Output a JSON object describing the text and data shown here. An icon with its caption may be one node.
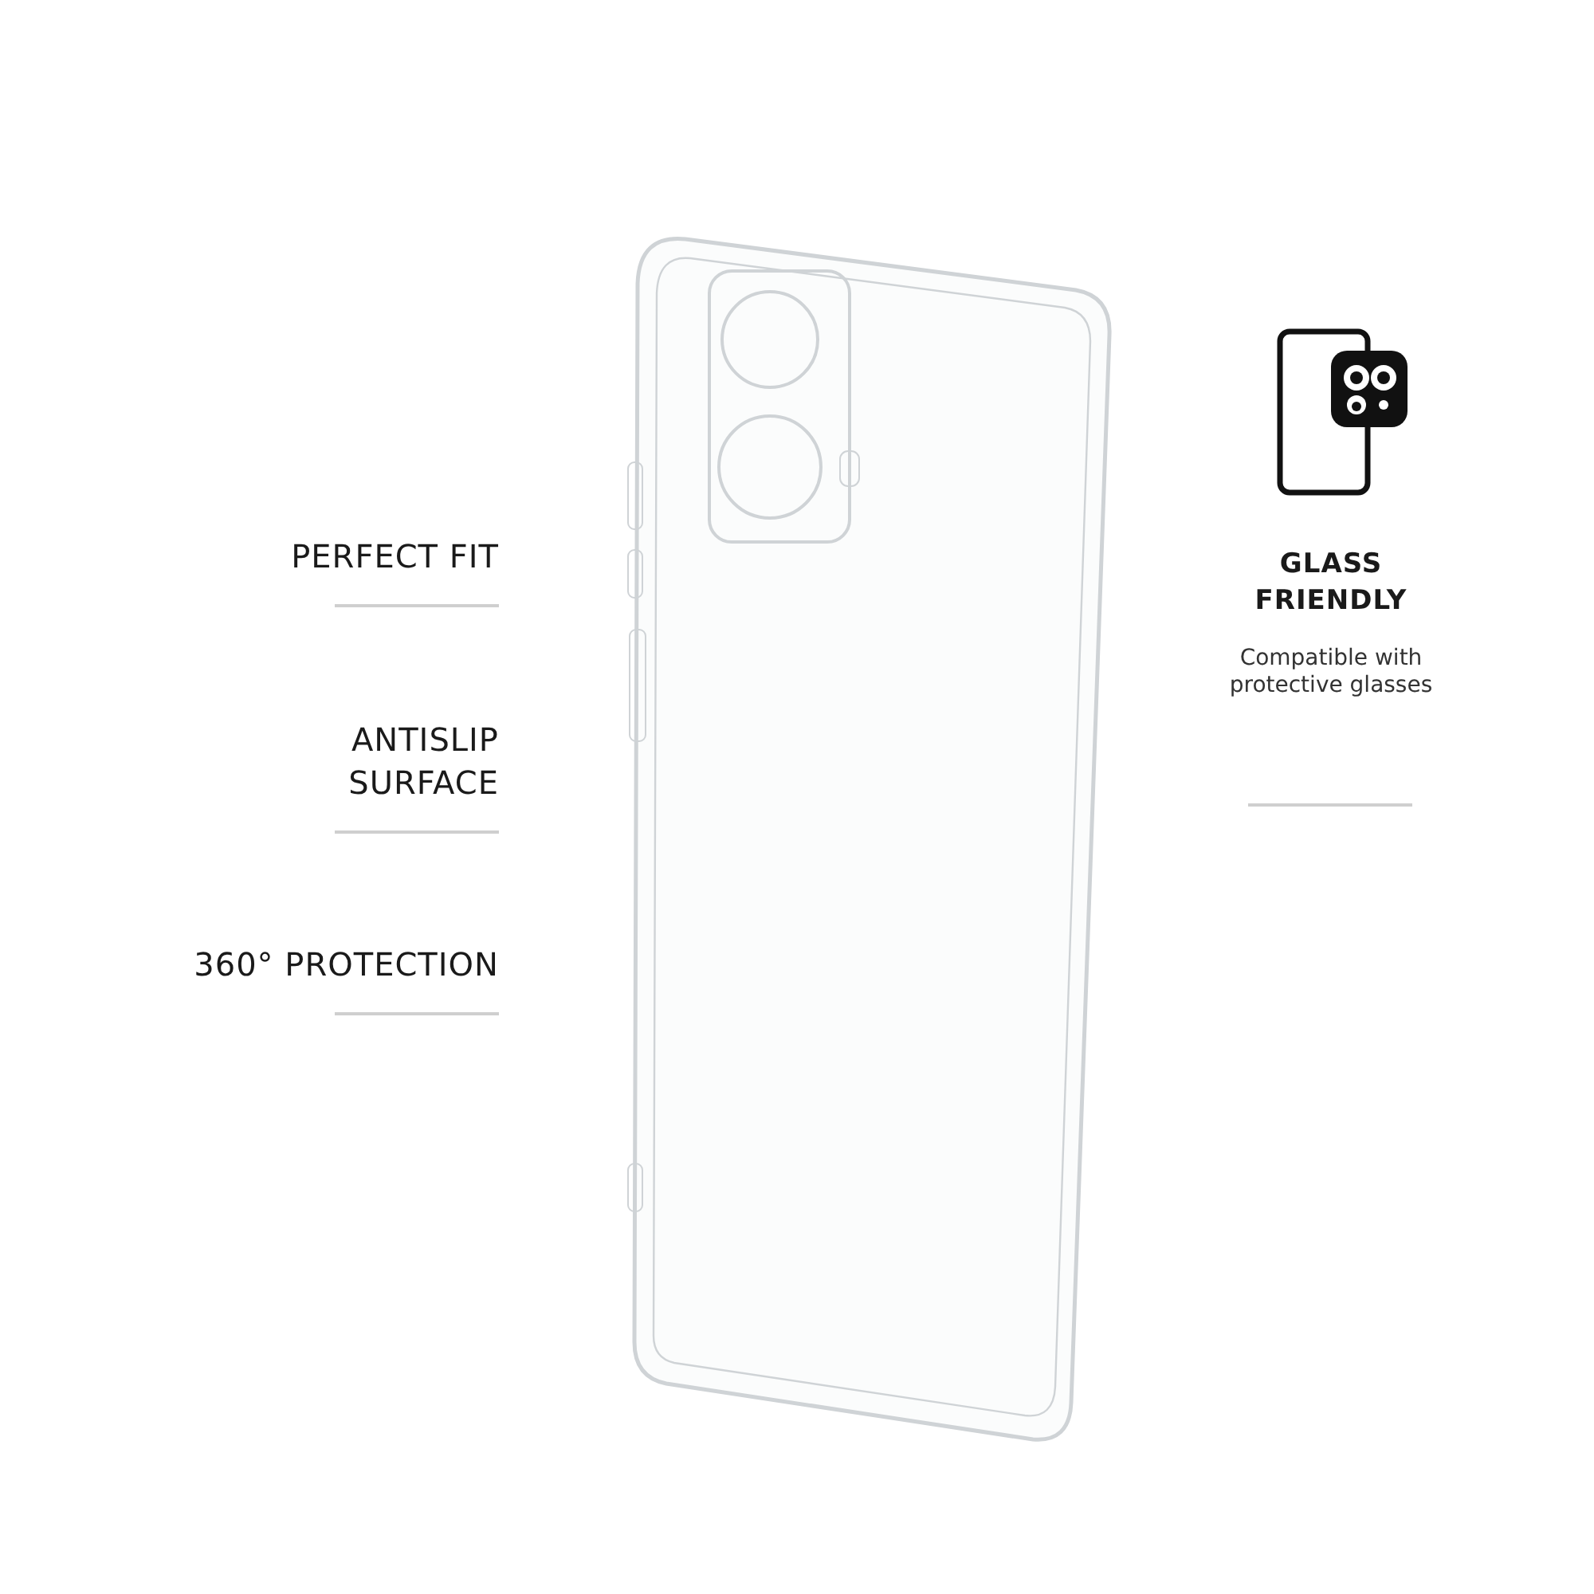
{
  "diagram": {
    "labels": [
      "PERFECT FIT",
      "ANTISLIP SURFACE",
      "360° PROTECTION",
      "GLASS FRIENDLY",
      "Compatible with protective glasses"
    ]
  }
}
